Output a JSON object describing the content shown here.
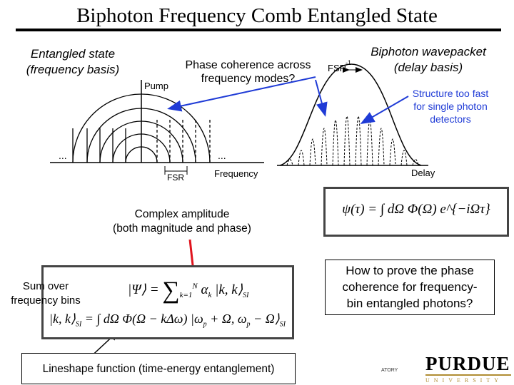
{
  "slide": {
    "title": "Biphoton Frequency Comb Entangled State",
    "left_caption": [
      "Entangled state",
      "(frequency basis)"
    ],
    "center_caption": [
      "Phase coherence across",
      "frequency modes?"
    ],
    "right_caption": [
      "Biphoton wavepacket",
      "(delay basis)"
    ],
    "structure_note": [
      "Structure too fast",
      "for single photon",
      "detectors"
    ],
    "freq_diagram": {
      "pump_label": "Pump",
      "fsr_label": "FSR",
      "axis_label": "Frequency",
      "ellipsis_left": "...",
      "ellipsis_right": "..."
    },
    "delay_diagram": {
      "fsr_inv_label": "FSR",
      "fsr_inv_sup": "-1",
      "axis_label": "Delay"
    },
    "equation_psi_tau": "ψ(τ) = ∫ dΩ Φ(Ω) e^{−iΩτ}",
    "complex_amplitude_caption": [
      "Complex amplitude",
      "(both magnitude and phase)"
    ],
    "sum_caption": [
      "Sum over",
      "frequency bins"
    ],
    "question_box": [
      "How to prove the phase",
      "coherence for frequency-",
      "bin entangled photons?"
    ],
    "lineshape_caption": "Lineshape function (time-energy entanglement)",
    "footer_lab_fragment": "ATORY",
    "logo": {
      "top": "PURDUE",
      "bottom": "UNIVERSITY"
    },
    "colors": {
      "arrow_blue": "#1f3bd6",
      "arrow_red": "#e0141e",
      "logo_gold": "#b08d33"
    }
  }
}
